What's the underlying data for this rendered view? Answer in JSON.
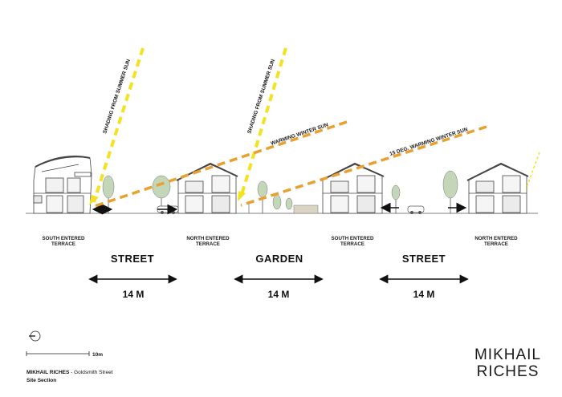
{
  "sun": {
    "summer_1": "SHADING FROM SUMMER SUN",
    "summer_2": "SHADING FROM SUMMER SUN",
    "winter_1": "WARMING WINTER SUN",
    "winter_2": "15 DEG. WARMING WINTER SUN"
  },
  "terraces": [
    "SOUTH ENTERED\nTERRACE",
    "NORTH ENTERED\nTERRACE",
    "SOUTH ENTERED\nTERRACE",
    "NORTH ENTERED\nTERRACE"
  ],
  "zones": [
    {
      "label": "STREET",
      "dimension": "14 M"
    },
    {
      "label": "GARDEN",
      "dimension": "14 M"
    },
    {
      "label": "STREET",
      "dimension": "14 M"
    }
  ],
  "scale_bar": {
    "label": "10m"
  },
  "caption": {
    "studio": "MIKHAIL RICHES",
    "project": " - Goldsmith Street",
    "drawing": "Site Section"
  },
  "logo": {
    "line1": "MIKHAIL",
    "line2": "RICHES"
  },
  "colors": {
    "summer_sun": "#f2e21f",
    "winter_sun": "#e8a030",
    "trees": "#c4d6b8"
  }
}
